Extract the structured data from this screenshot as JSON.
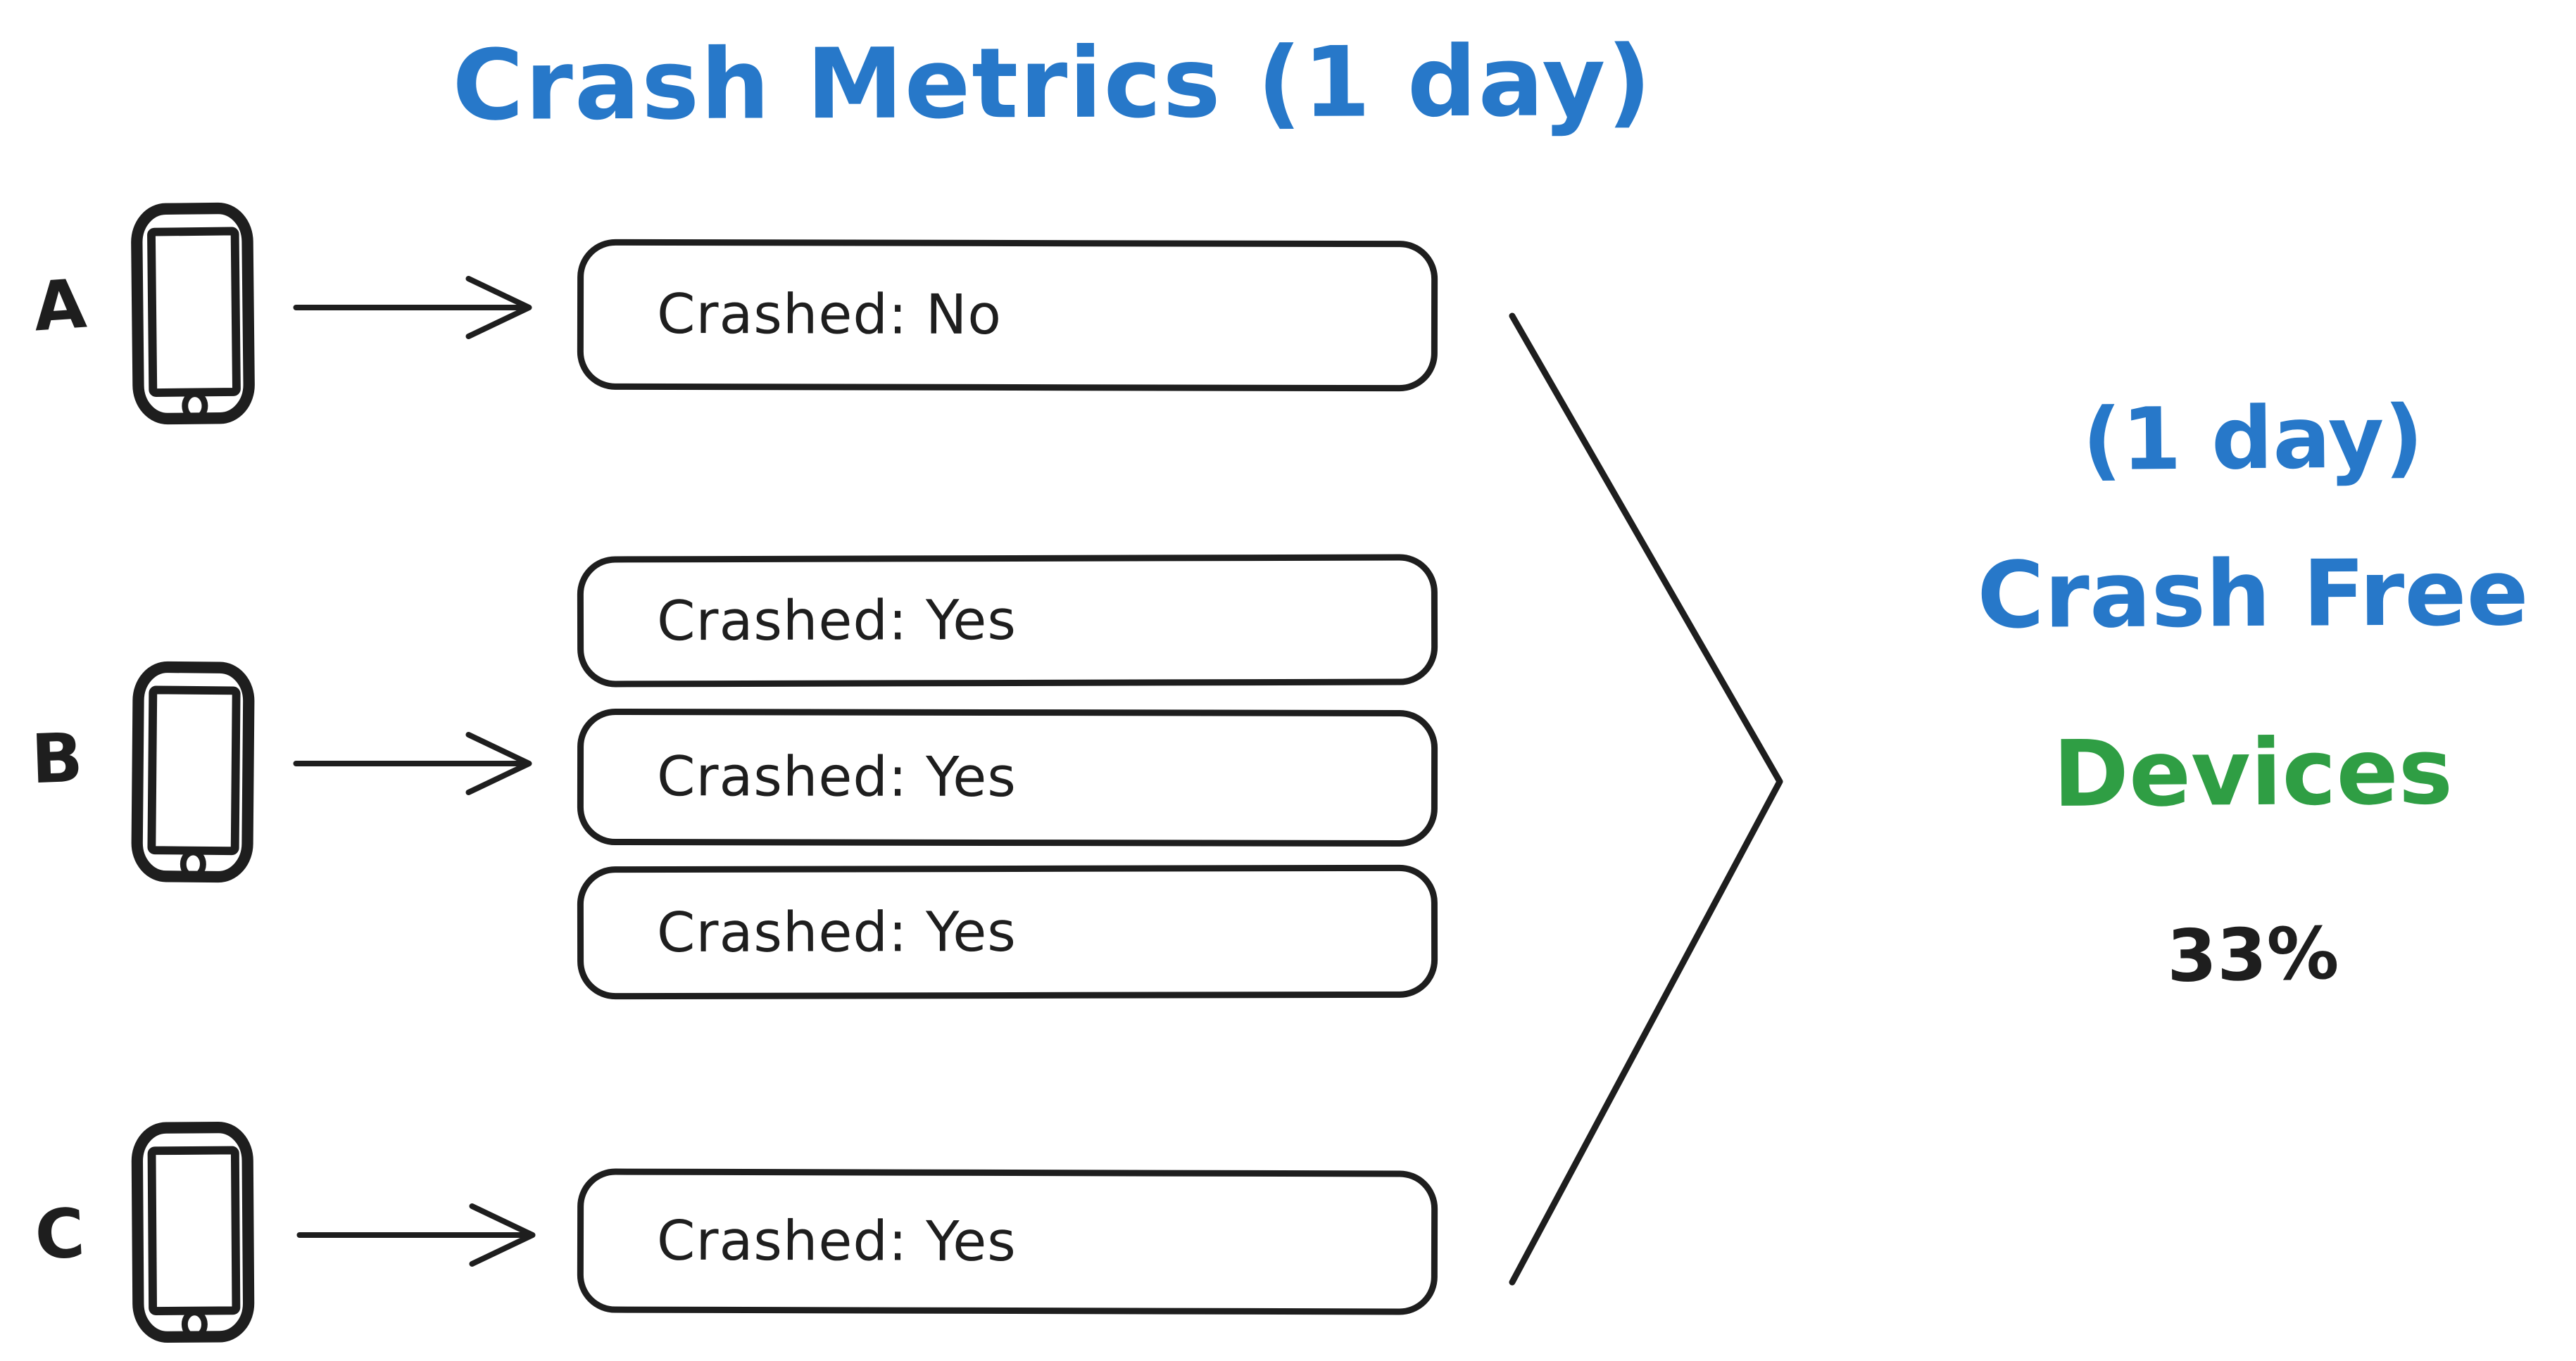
{
  "title": "Crash Metrics (1 day)",
  "palette": {
    "blue": "#2778c9",
    "green": "#2f9e44",
    "ink": "#1e1e1e"
  },
  "icons": {
    "device": "phone-icon",
    "flow": "arrow-right-icon",
    "aggregate": "merge-chevron-icon"
  },
  "devices": [
    {
      "label": "A",
      "sessions": [
        "Crashed: No"
      ]
    },
    {
      "label": "B",
      "sessions": [
        "Crashed: Yes",
        "Crashed: Yes",
        "Crashed: Yes"
      ]
    },
    {
      "label": "C",
      "sessions": [
        "Crashed: Yes"
      ]
    }
  ],
  "result": {
    "period": "(1 day)",
    "metric_line1": "Crash Free",
    "metric_line2": "Devices",
    "value": "33%"
  }
}
